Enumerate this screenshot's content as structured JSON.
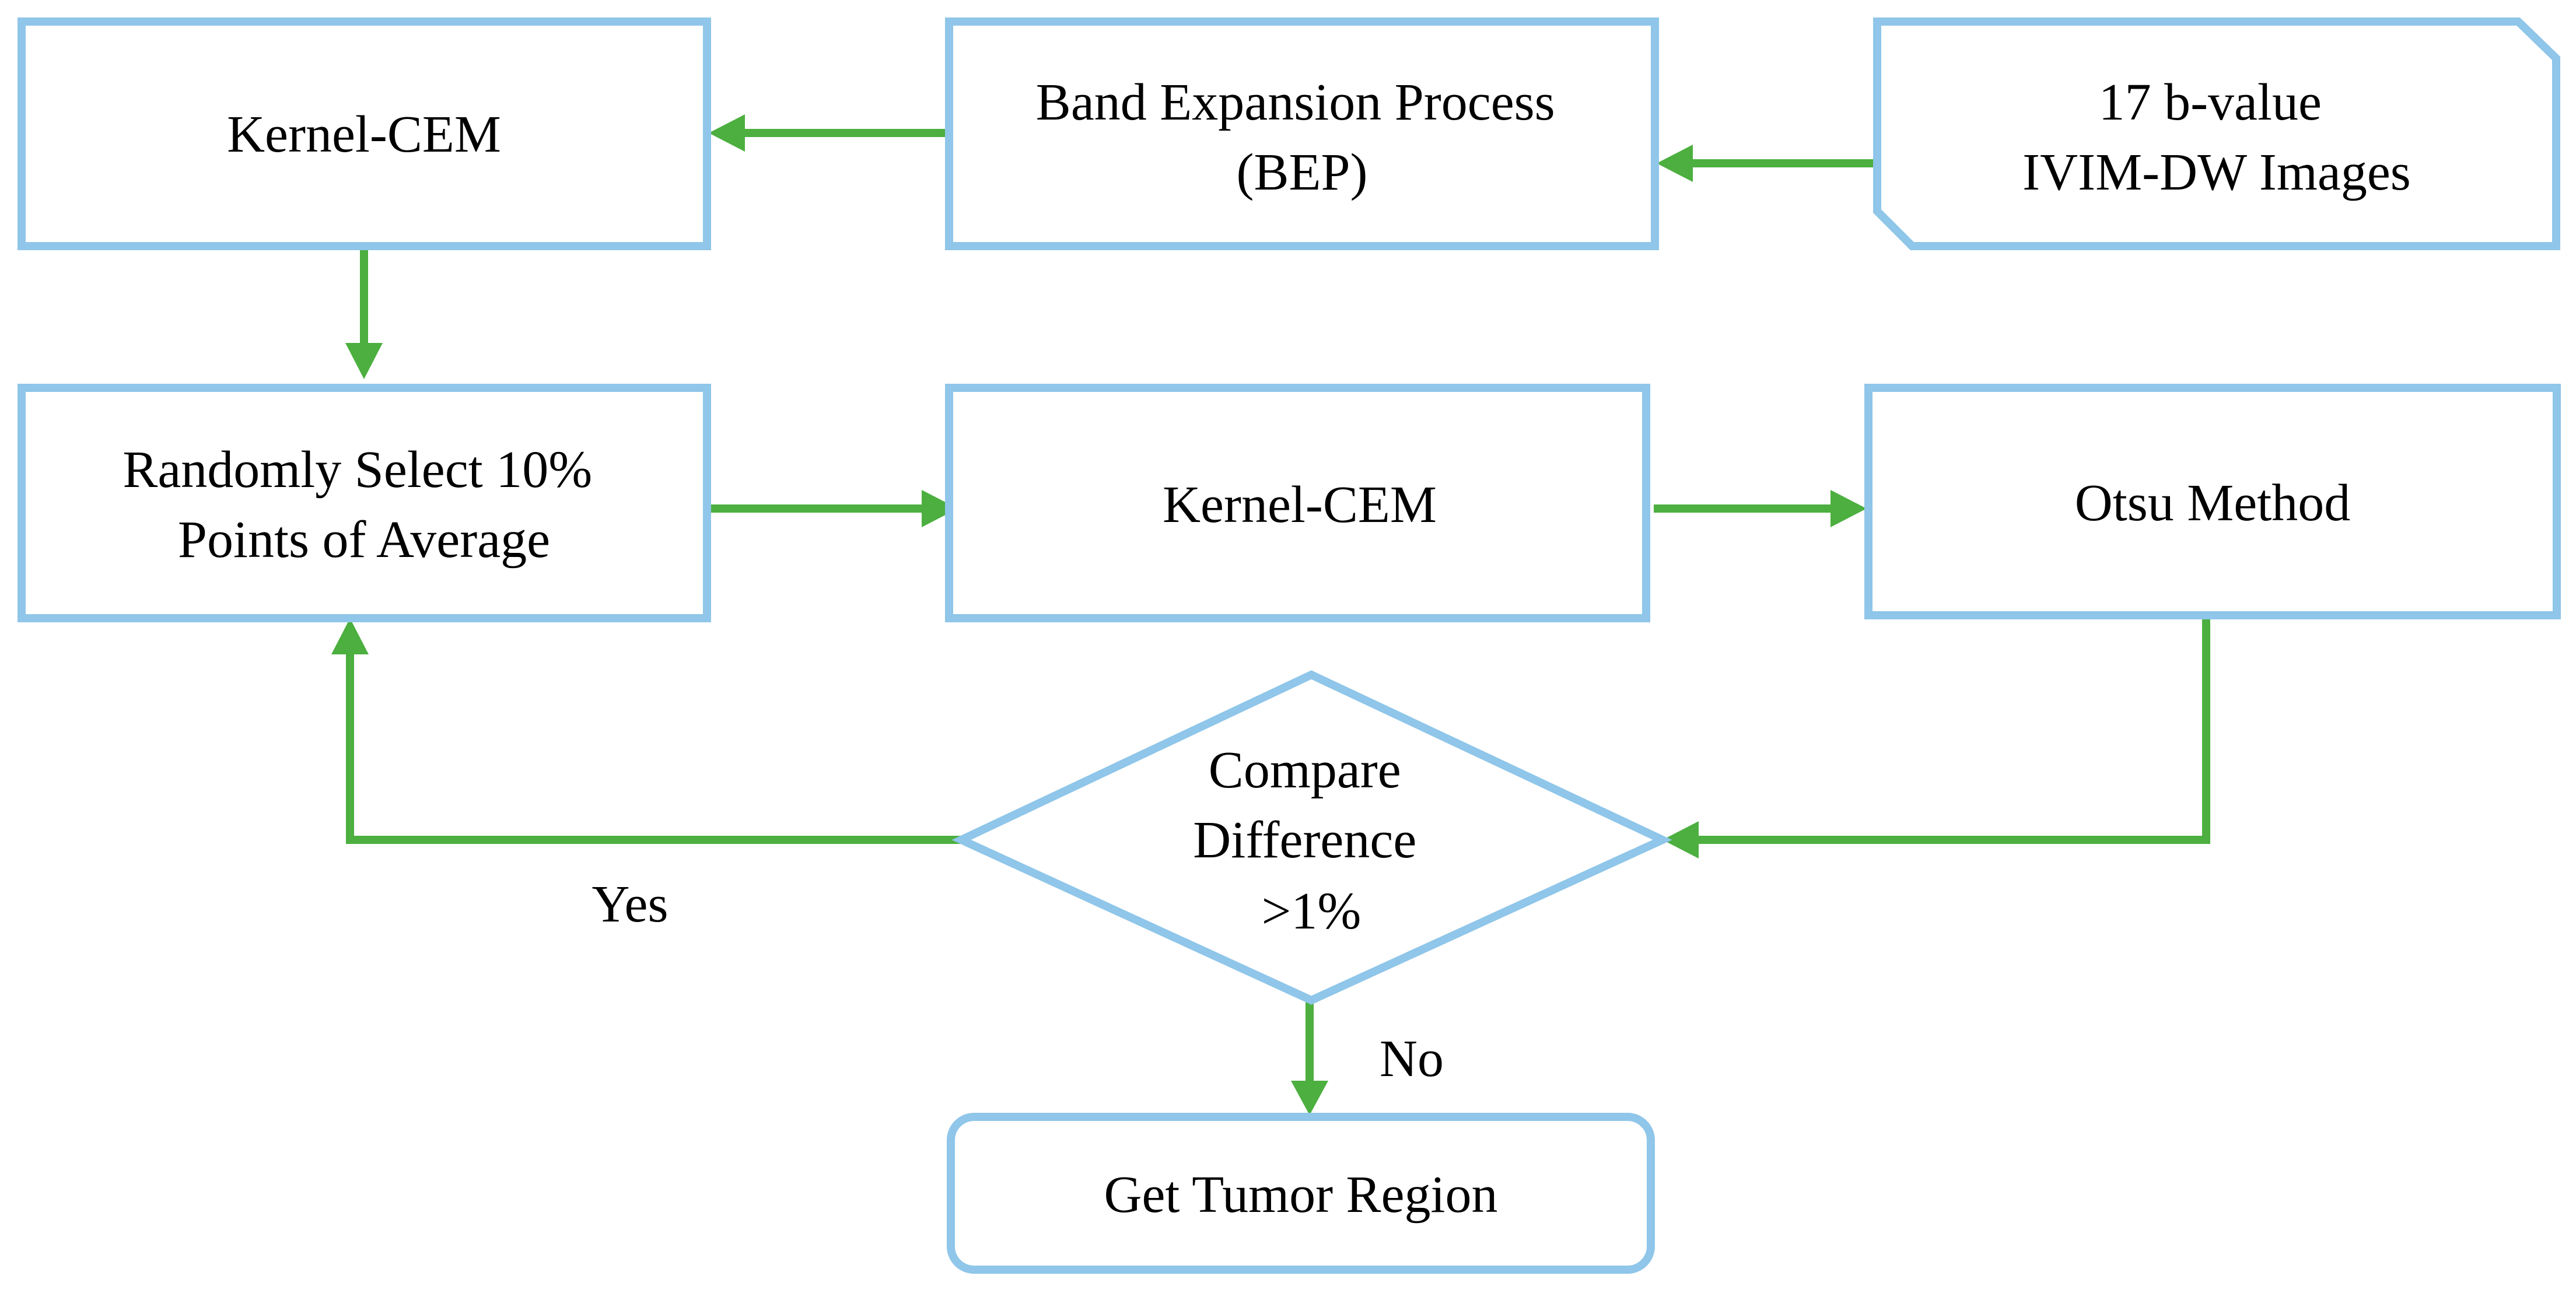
{
  "nodes": {
    "kernel_cem_top": {
      "lines": [
        "Kernel-CEM"
      ]
    },
    "bep": {
      "lines": [
        "Band Expansion Process",
        "(BEP)"
      ]
    },
    "ivim_input": {
      "lines": [
        "17 b-value",
        "IVIM-DW Images"
      ]
    },
    "random_select": {
      "lines": [
        "Randomly Select 10%",
        "Points of Average"
      ]
    },
    "kernel_cem_mid": {
      "lines": [
        "Kernel-CEM"
      ]
    },
    "otsu": {
      "lines": [
        "Otsu Method"
      ]
    },
    "compare": {
      "lines": [
        "Compare",
        "Difference",
        ">1%"
      ]
    },
    "tumor": {
      "lines": [
        "Get Tumor Region"
      ]
    }
  },
  "edge_labels": {
    "yes": "Yes",
    "no": "No"
  },
  "colors": {
    "box_stroke": "#8fc6e9",
    "arrow": "#4caf3f",
    "text": "#000000",
    "background": "#ffffff"
  }
}
